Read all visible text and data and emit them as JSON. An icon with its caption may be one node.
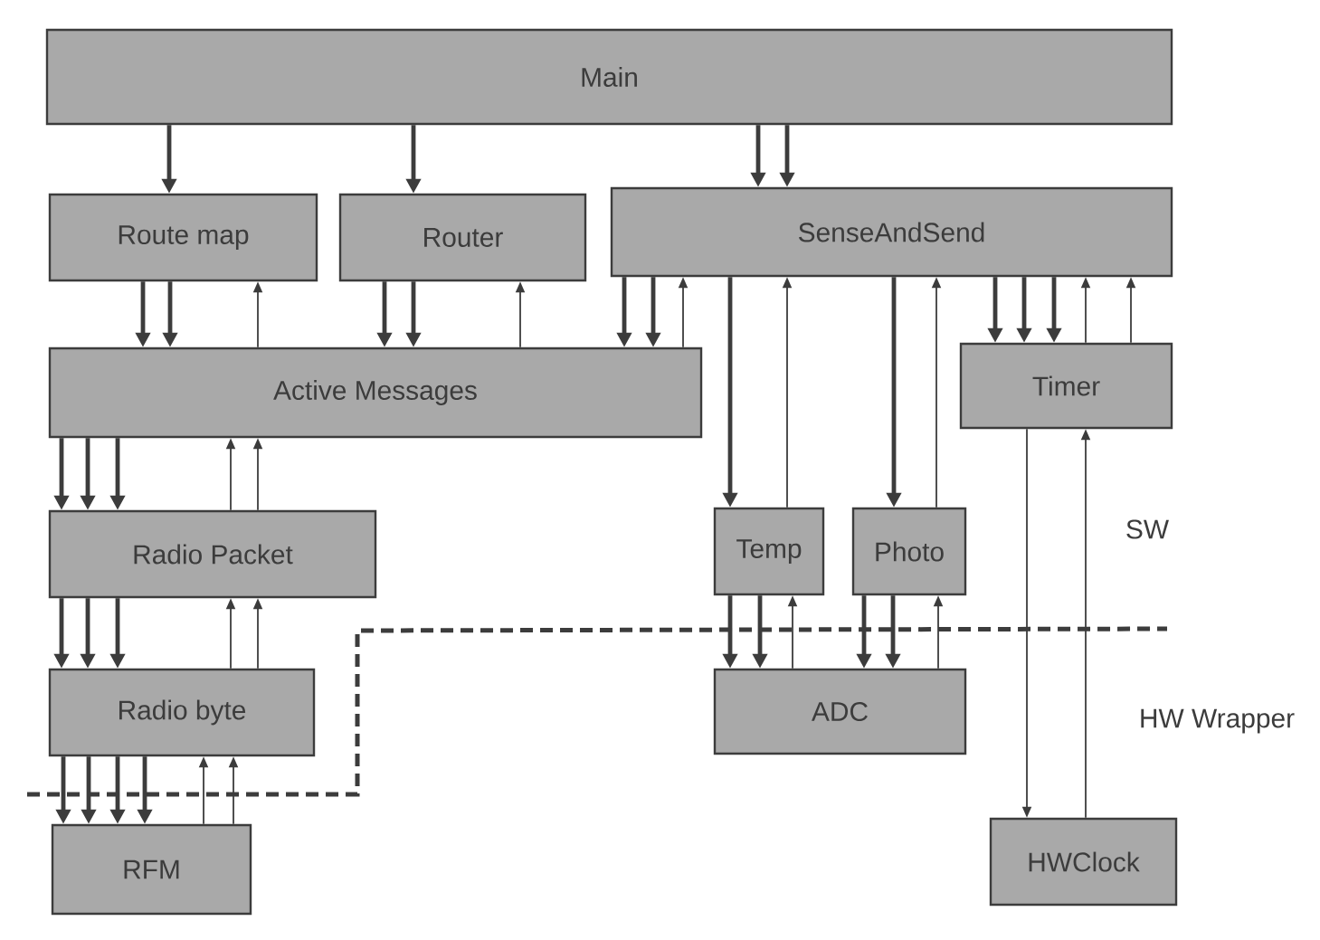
{
  "diagram": {
    "nodes": [
      {
        "text": [
          "Main"
        ]
      },
      {
        "text": [
          "Route map"
        ]
      },
      {
        "text": [
          "Router"
        ]
      },
      {
        "text": [
          "SenseAndSend"
        ]
      },
      {
        "text": [
          "Active Messages"
        ]
      },
      {
        "text": [
          "Timer"
        ]
      },
      {
        "text": [
          "Radio Packet"
        ]
      },
      {
        "text": [
          "Temp"
        ]
      },
      {
        "text": [
          "Photo"
        ]
      },
      {
        "text": [
          "Radio byte"
        ]
      },
      {
        "text": [
          "ADC"
        ]
      },
      {
        "text": [
          "RFM"
        ]
      },
      {
        "text": [
          "HWClock"
        ]
      }
    ],
    "edges": [
      {
        "from": 0,
        "to": 1,
        "arrow": "to"
      },
      {
        "from": 0,
        "to": 2,
        "arrow": "to"
      },
      {
        "from": 0,
        "to": 3,
        "arrow": "to"
      },
      {
        "from": 0,
        "to": 3,
        "arrow": "to"
      },
      {
        "from": 1,
        "to": 4,
        "arrow": "to"
      },
      {
        "from": 1,
        "to": 4,
        "arrow": "to"
      },
      {
        "from": 4,
        "to": 1,
        "arrow": "to"
      },
      {
        "from": 2,
        "to": 4,
        "arrow": "to"
      },
      {
        "from": 2,
        "to": 4,
        "arrow": "to"
      },
      {
        "from": 4,
        "to": 2,
        "arrow": "to"
      },
      {
        "from": 3,
        "to": 4,
        "arrow": "to"
      },
      {
        "from": 3,
        "to": 4,
        "arrow": "to"
      },
      {
        "from": 4,
        "to": 3,
        "arrow": "to"
      },
      {
        "from": 3,
        "to": 7,
        "arrow": "to"
      },
      {
        "from": 7,
        "to": 3,
        "arrow": "to"
      },
      {
        "from": 3,
        "to": 8,
        "arrow": "to"
      },
      {
        "from": 8,
        "to": 3,
        "arrow": "to"
      },
      {
        "from": 3,
        "to": 5,
        "arrow": "to"
      },
      {
        "from": 3,
        "to": 5,
        "arrow": "to"
      },
      {
        "from": 3,
        "to": 5,
        "arrow": "to"
      },
      {
        "from": 5,
        "to": 3,
        "arrow": "to"
      },
      {
        "from": 5,
        "to": 3,
        "arrow": "to"
      },
      {
        "from": 4,
        "to": 6,
        "arrow": "to"
      },
      {
        "from": 4,
        "to": 6,
        "arrow": "to"
      },
      {
        "from": 4,
        "to": 6,
        "arrow": "to"
      },
      {
        "from": 6,
        "to": 4,
        "arrow": "to"
      },
      {
        "from": 6,
        "to": 4,
        "arrow": "to"
      },
      {
        "from": 6,
        "to": 9,
        "arrow": "to"
      },
      {
        "from": 6,
        "to": 9,
        "arrow": "to"
      },
      {
        "from": 6,
        "to": 9,
        "arrow": "to"
      },
      {
        "from": 9,
        "to": 6,
        "arrow": "to"
      },
      {
        "from": 9,
        "to": 6,
        "arrow": "to"
      },
      {
        "from": 9,
        "to": 11,
        "arrow": "to"
      },
      {
        "from": 9,
        "to": 11,
        "arrow": "to"
      },
      {
        "from": 9,
        "to": 11,
        "arrow": "to"
      },
      {
        "from": 9,
        "to": 11,
        "arrow": "to"
      },
      {
        "from": 11,
        "to": 9,
        "arrow": "to"
      },
      {
        "from": 11,
        "to": 9,
        "arrow": "to"
      },
      {
        "from": 7,
        "to": 10,
        "arrow": "to"
      },
      {
        "from": 7,
        "to": 10,
        "arrow": "to"
      },
      {
        "from": 10,
        "to": 7,
        "arrow": "to"
      },
      {
        "from": 8,
        "to": 10,
        "arrow": "to"
      },
      {
        "from": 8,
        "to": 10,
        "arrow": "to"
      },
      {
        "from": 10,
        "to": 8,
        "arrow": "to"
      },
      {
        "from": 5,
        "to": 12,
        "arrow": "to"
      },
      {
        "from": 12,
        "to": 5,
        "arrow": "to"
      }
    ],
    "labels": [
      "SW",
      "HW Wrapper"
    ]
  }
}
